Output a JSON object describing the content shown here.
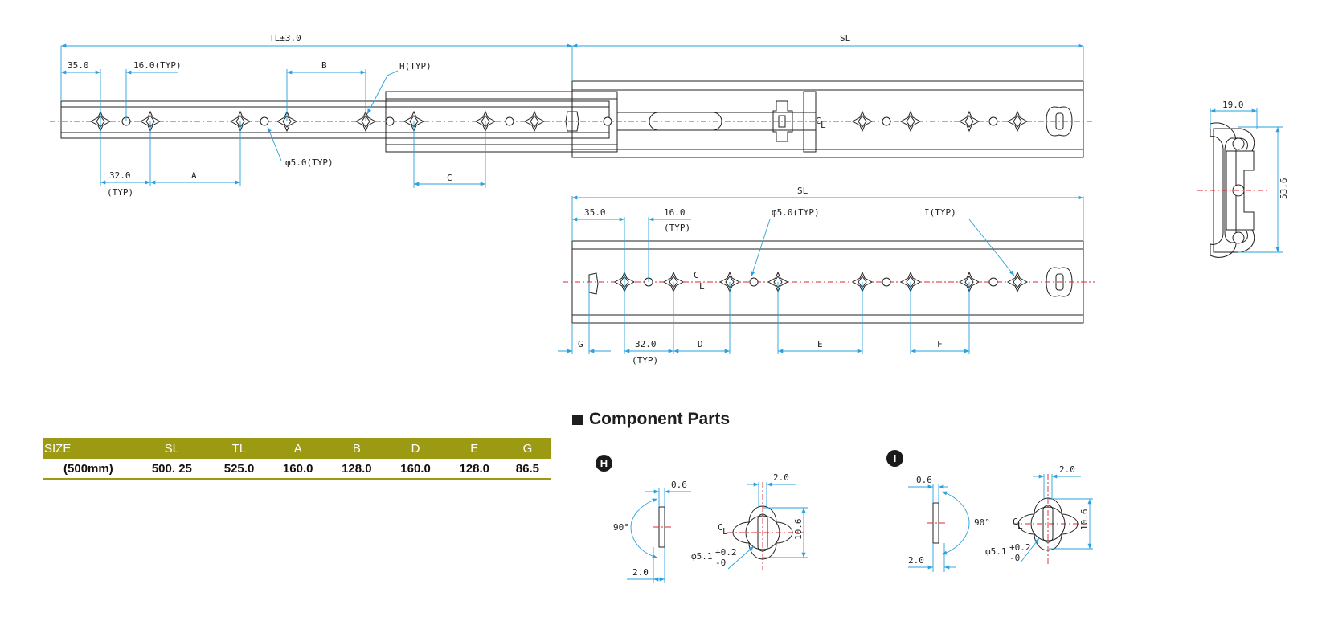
{
  "dims_top": {
    "tl": "TL±3.0",
    "sl": "SL",
    "d35": "35.0",
    "d16": "16.0(TYP)",
    "b": "B",
    "h_typ": "H(TYP)",
    "d32": "32.0",
    "typ": "(TYP)",
    "a": "A",
    "c": "C",
    "phi5": "φ5.0(TYP)",
    "cl_c": "C",
    "cl_l": "L"
  },
  "dims_side": {
    "w": "19.0",
    "h": "53.6"
  },
  "dims_bottom": {
    "sl": "SL",
    "d35": "35.0",
    "d16": "16.0",
    "typ16": "(TYP)",
    "phi5": "φ5.0(TYP)",
    "i_typ": "I(TYP)",
    "cl_c": "C",
    "cl_l": "L",
    "g": "G",
    "d32": "32.0",
    "typ32": "(TYP)",
    "d": "D",
    "e": "E",
    "f": "F"
  },
  "component_parts": {
    "title": "Component Parts",
    "h_badge": "H",
    "i_badge": "I",
    "h": {
      "t06": "0.6",
      "ang": "90°",
      "t20": "2.0",
      "w20": "2.0",
      "h106": "10.6",
      "phi": "φ5.1",
      "tol_up": "+0.2",
      "tol_dn": "-0",
      "cl_c": "C",
      "cl_l": "L"
    },
    "i": {
      "t06": "0.6",
      "ang": "90°",
      "t20": "2.0",
      "w20": "2.0",
      "h106": "10.6",
      "phi": "φ5.1",
      "tol_up": "+0.2",
      "tol_dn": "-0",
      "cl_c": "C",
      "cl_l": "L"
    }
  },
  "spec_table": {
    "headers": [
      "SIZE",
      "SL",
      "TL",
      "A",
      "B",
      "D",
      "E",
      "G"
    ],
    "rows": [
      [
        "(500mm)",
        "500. 25",
        "525.0",
        "160.0",
        "128.0",
        "160.0",
        "128.0",
        "86.5"
      ]
    ]
  },
  "colors": {
    "dimension": "#2aa0dc",
    "centerline": "#e0262c",
    "header": "#9b9a12"
  }
}
